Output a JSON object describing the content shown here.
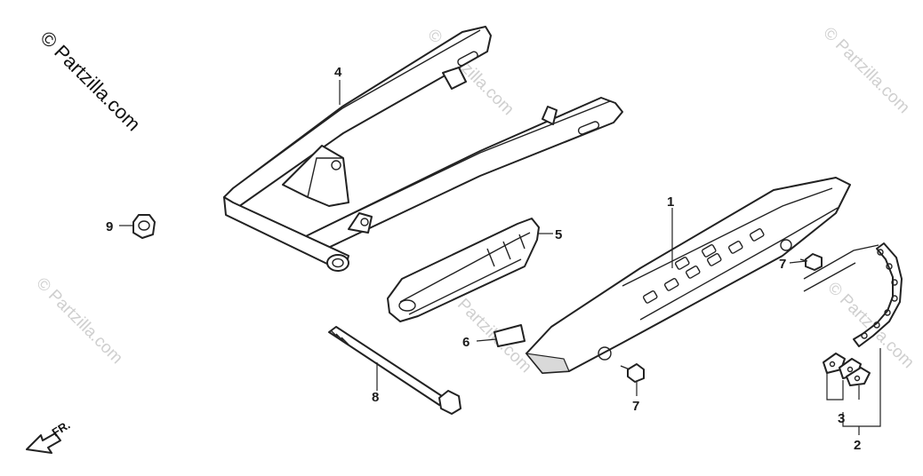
{
  "watermark": {
    "main": "© Partzilla.com",
    "faint": "© Partzilla.com"
  },
  "direction": {
    "label": "FR."
  },
  "callouts": {
    "swingarm": "4",
    "nut": "9",
    "chain_slider": "5",
    "chain_case": "1",
    "bolt_upper": "7",
    "bolt_lower": "7",
    "label_6": "6",
    "pivot_bolt": "8",
    "joint": "3",
    "chain": "2"
  },
  "colors": {
    "line": "#222222",
    "watermark": "#cfcfcf",
    "background": "#ffffff"
  }
}
